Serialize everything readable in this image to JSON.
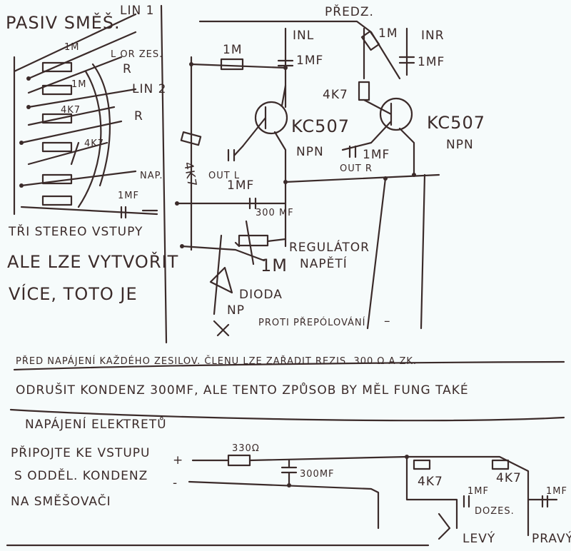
{
  "mixer": {
    "title": "PASIV SMĚŠ.",
    "lin1": "LIN 1",
    "lor": "L OR ZES.",
    "r1": "R",
    "lin2": "LIN 2",
    "r2": "R",
    "res_1m": "1M",
    "res_1m_b": "1M",
    "res_4k7": "4K7",
    "res_4k7_b": "4K7",
    "nap": "NAP.",
    "cap": "1MF",
    "note1": "TŘI STEREO VSTUPY",
    "note2": "ALE LZE VYTVOŘIT",
    "note3": "VÍCE, TOTO JE"
  },
  "preamp": {
    "title": "PŘEDZ.",
    "left": {
      "input": "INL",
      "cap_in": "1MF",
      "res": "1M",
      "transistor": "KC507",
      "type": "NPN",
      "res_e": "4K7",
      "out": "OUT L",
      "cap_out": "1MF"
    },
    "right": {
      "input": "INR",
      "cap_in": "1MF",
      "res": "1M",
      "transistor": "KC507",
      "type": "NPN",
      "res_e": "4K7",
      "out": "OUT R",
      "cap_out": "1MF"
    },
    "cap_300": "300 MF",
    "regulator": "REGULÁTOR",
    "regulator2": "NAPĚTÍ",
    "pot": "1M",
    "diode": "DIODA",
    "np": "NP",
    "protect": "PROTI PŘEPÓLOVÁNÍ",
    "minus": "–"
  },
  "notes": {
    "line1": "PŘED NAPÁJENÍ KAŽDÉHO ZESILOV. ČLENU LZE ZAŘADIT REZIS. 300 Ω A ZK.",
    "line2": "ODRUŠIT KONDENZ 300MF, ALE TENTO ZPŮSOB BY MĚL FUNG TAKÉ"
  },
  "electret": {
    "title": "NAPÁJENÍ ELEKTRETŮ",
    "line1": "PŘIPOJTE KE VSTUPU",
    "line2": "S ODDĚL. KONDENZ",
    "line3": "NA SMĚŠOVAČI",
    "plus": "+",
    "minus": "-",
    "res_330": "330Ω",
    "cap_300": "300MF",
    "res_left": "4K7",
    "res_right": "4K7",
    "cap_left": "1MF",
    "dozes": "DOZES.",
    "cap_right": "1MF",
    "left": "LEVÝ",
    "right": "PRAVÝ"
  }
}
